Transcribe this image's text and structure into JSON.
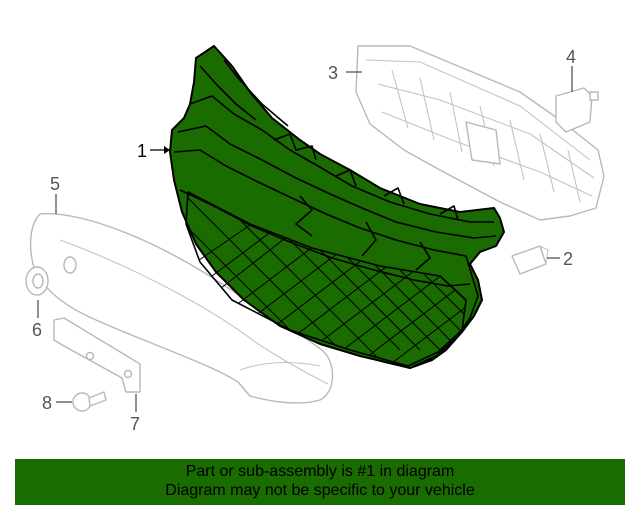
{
  "diagram": {
    "callouts": [
      {
        "id": "1",
        "label": "1"
      },
      {
        "id": "2",
        "label": "2"
      },
      {
        "id": "3",
        "label": "3"
      },
      {
        "id": "4",
        "label": "4"
      },
      {
        "id": "5",
        "label": "5"
      },
      {
        "id": "6",
        "label": "6"
      },
      {
        "id": "7",
        "label": "7"
      },
      {
        "id": "8",
        "label": "8"
      }
    ],
    "highlight_color": "#1a6b00"
  },
  "footer": {
    "line1": "Part or sub-assembly is #1 in diagram",
    "line2": "Diagram may not be specific to your vehicle",
    "background": "#1a6b00"
  }
}
